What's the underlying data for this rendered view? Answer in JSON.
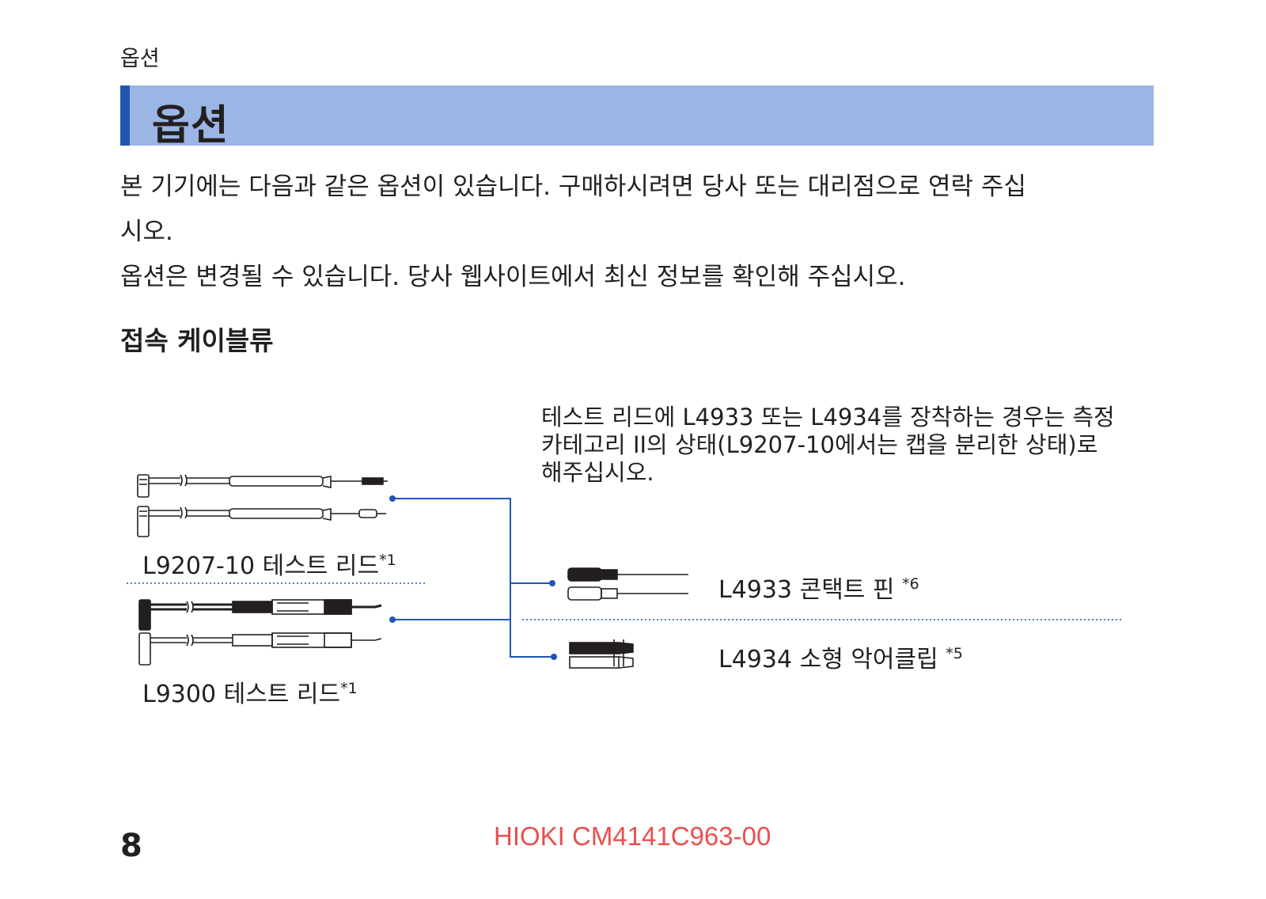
{
  "page": {
    "running_head": "옵션",
    "title": "옵션",
    "intro_lines": [
      "본 기기에는 다음과 같은 옵션이 있습니다. 구매하시려면 당사 또는 대리점으로 연락 주십",
      "시오.",
      "옵션은 변경될 수 있습니다. 당사 웹사이트에서 최신 정보를 확인해 주십시오."
    ],
    "section_heading": "접속 케이블류",
    "note_lines": [
      "테스트 리드에 L4933 또는 L4934를 장착하는 경우는 측정",
      "카테고리 II의 상태(L9207-10에서는 캡을 분리한 상태)로",
      "해주십시오."
    ],
    "items": [
      {
        "label": "L9207-10 테스트 리드",
        "note_mark": "*1"
      },
      {
        "label": "L9300 테스트 리드",
        "note_mark": "*1"
      },
      {
        "label": "L4933 콘택트 핀",
        "note_mark": "*6"
      },
      {
        "label": "L4934 소형 악어클립",
        "note_mark": "*5"
      }
    ],
    "page_number": "8",
    "doc_code": "HIOKI CM4141C963-00"
  },
  "colors": {
    "title_bar": "#9bb5e5",
    "title_accent": "#1f56b4",
    "connector_line": "#1f56b4",
    "doc_code": "#e8504f"
  }
}
